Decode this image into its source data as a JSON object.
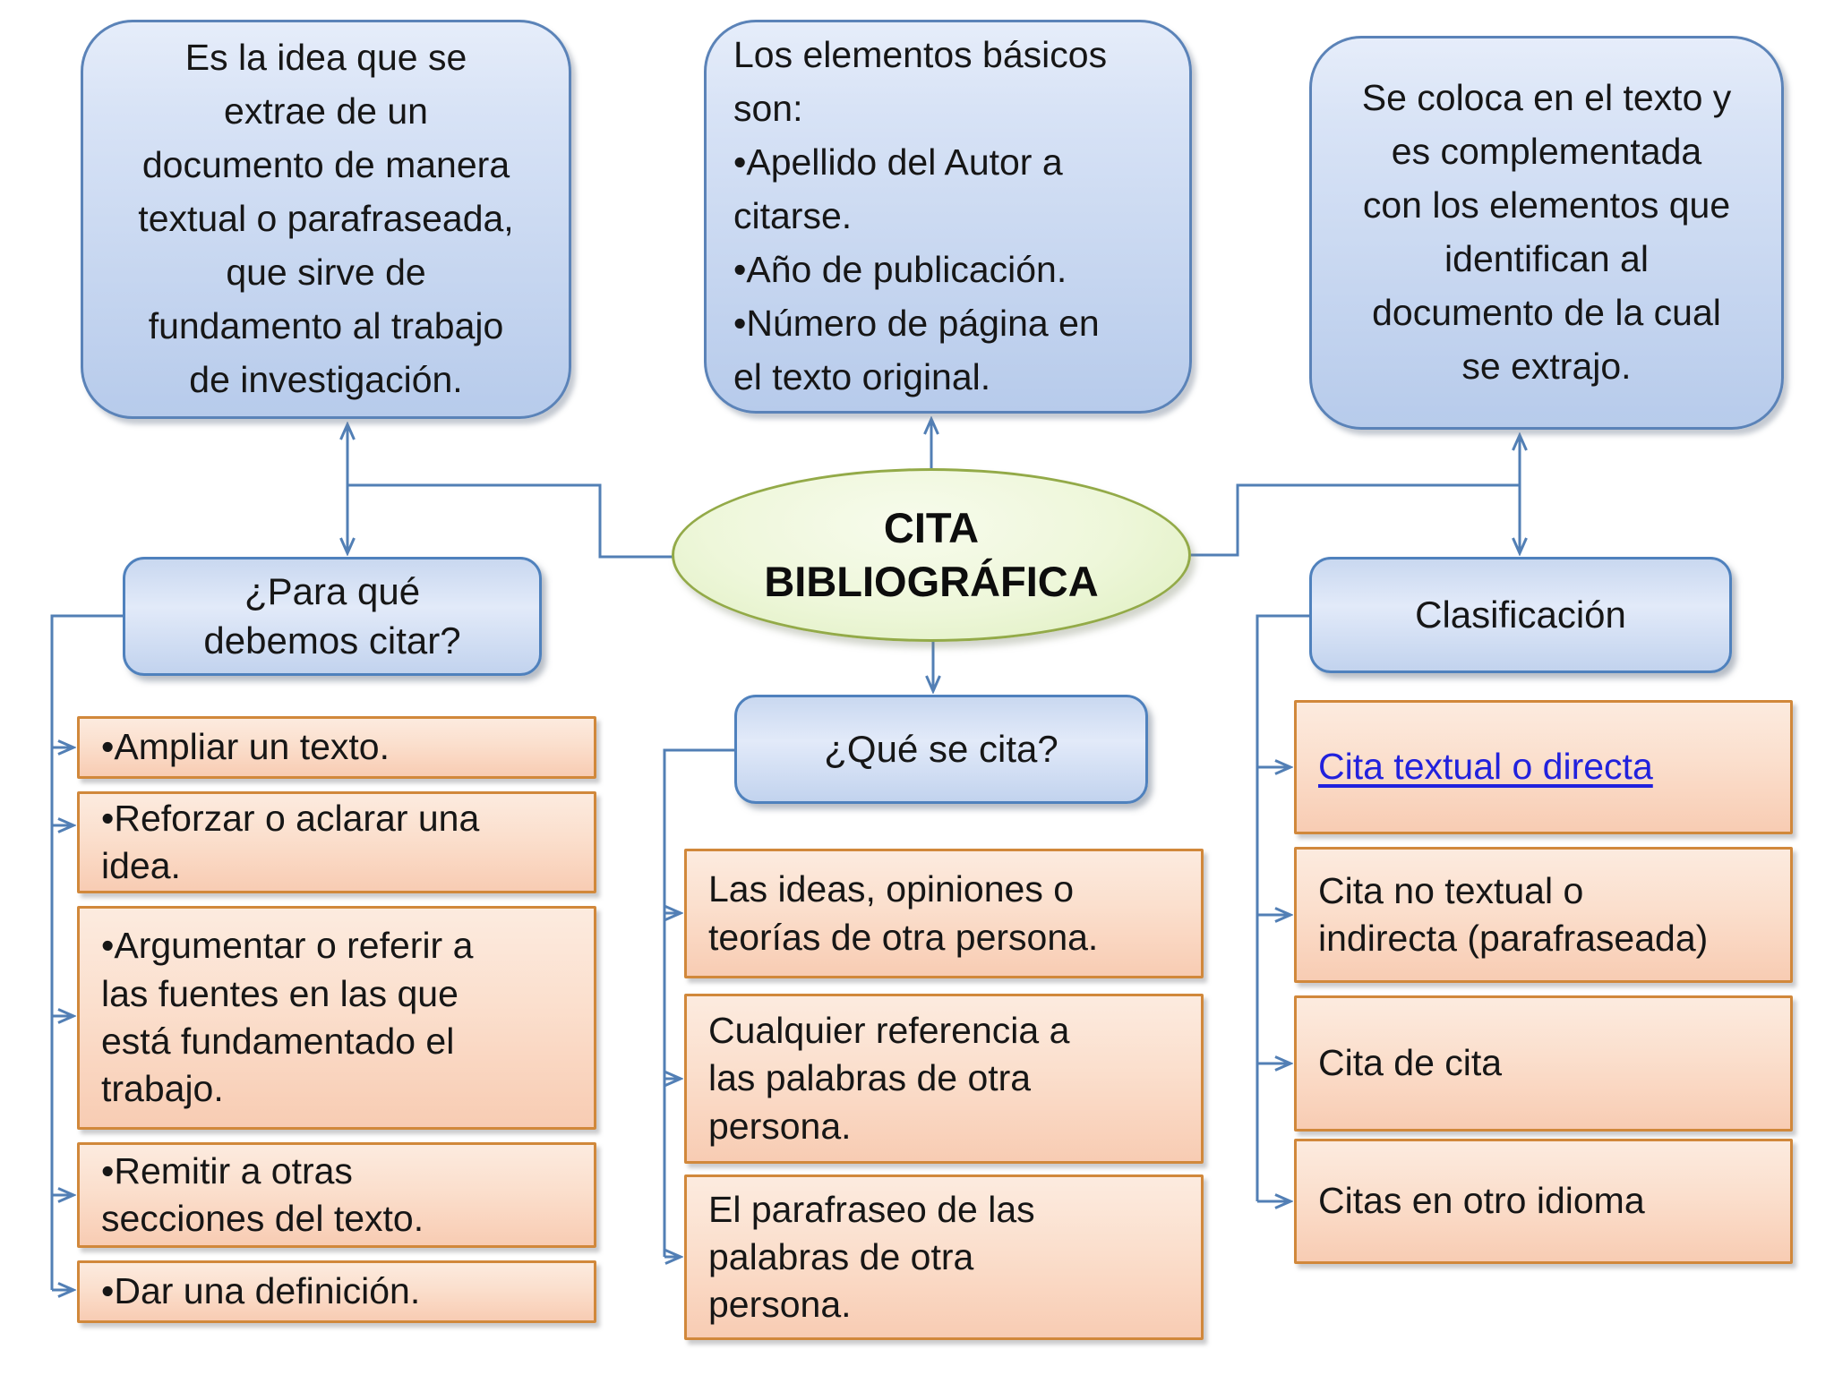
{
  "colors": {
    "connector": "#527fb5",
    "blue_box_border": "#5b83b8",
    "blue_label_border": "#4f81bd",
    "orange_box_border": "#d1883b",
    "ellipse_border": "#93aa48",
    "link": "#2121dd",
    "text": "#161616"
  },
  "center": {
    "title": "CITA\nBIBLIOGRÁFICA"
  },
  "top_boxes": [
    {
      "text": "Es la idea que se\nextrae de un\ndocumento de manera\ntextual o parafraseada,\nque sirve de\nfundamento al trabajo\nde investigación."
    },
    {
      "text": "Los elementos básicos\nson:\n•Apellido del Autor a\ncitarse.\n•Año de publicación.\n•Número de página en\nel texto original."
    },
    {
      "text": "Se coloca en el texto y\nes complementada\ncon los elementos que\nidentifican al\ndocumento de la cual\nse extrajo."
    }
  ],
  "branches": {
    "why": {
      "label": "¿Para qué\ndebemos citar?",
      "items": [
        "•Ampliar un texto.",
        "•Reforzar o aclarar una\nidea.",
        "•Argumentar o referir a\nlas fuentes en las que\nestá fundamentado el\ntrabajo.",
        "•Remitir a otras\nsecciones del texto.",
        "•Dar una definición."
      ]
    },
    "what": {
      "label": "¿Qué se cita?",
      "items": [
        "Las ideas, opiniones o\nteorías de otra persona.",
        "Cualquier referencia a\nlas palabras de otra\npersona.",
        "El parafraseo de las\npalabras de otra\npersona."
      ]
    },
    "classification": {
      "label": "Clasificación",
      "items": [
        "Cita textual o directa",
        "Cita no textual o\nindirecta (parafraseada)",
        "Cita de cita",
        "Citas en otro idioma"
      ]
    }
  }
}
